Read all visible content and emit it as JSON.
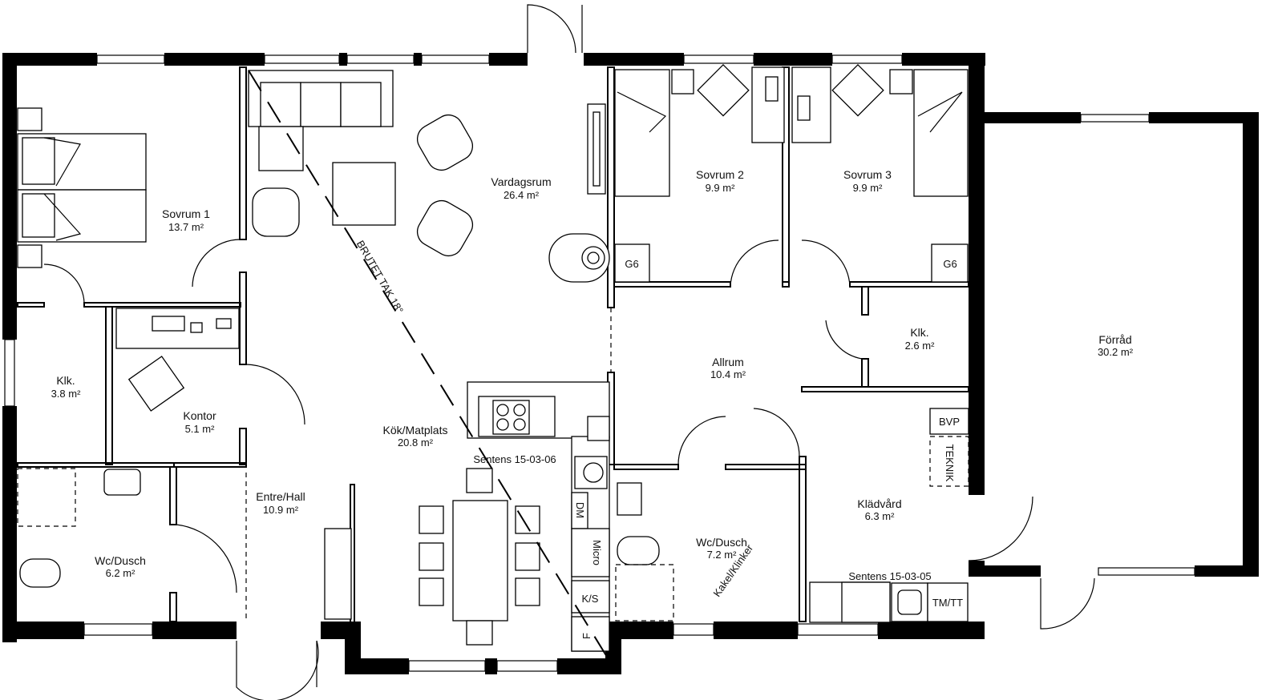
{
  "rooms": [
    {
      "id": "sovrum1",
      "name": "Sovrum 1",
      "area": "13.7 m²"
    },
    {
      "id": "vardagsrum",
      "name": "Vardagsrum",
      "area": "26.4 m²"
    },
    {
      "id": "sovrum2",
      "name": "Sovrum 2",
      "area": "9.9 m²"
    },
    {
      "id": "sovrum3",
      "name": "Sovrum 3",
      "area": "9.9 m²"
    },
    {
      "id": "klk1",
      "name": "Klk.",
      "area": "3.8 m²"
    },
    {
      "id": "kontor",
      "name": "Kontor",
      "area": "5.1 m²"
    },
    {
      "id": "kok",
      "name": "Kök/Matplats",
      "area": "20.8 m²"
    },
    {
      "id": "allrum",
      "name": "Allrum",
      "area": "10.4 m²"
    },
    {
      "id": "klk2",
      "name": "Klk.",
      "area": "2.6 m²"
    },
    {
      "id": "forrad",
      "name": "Förråd",
      "area": "30.2 m²"
    },
    {
      "id": "entre",
      "name": "Entre/Hall",
      "area": "10.9 m²"
    },
    {
      "id": "wc1",
      "name": "Wc/Dusch",
      "area": "6.2 m²"
    },
    {
      "id": "wc2",
      "name": "Wc/Dusch",
      "area": "7.2 m²"
    },
    {
      "id": "kladvard",
      "name": "Klädvård",
      "area": "6.3 m²"
    }
  ],
  "labels": {
    "roof": "BRUTET TAK 18°",
    "sentens_kitchen": "Sentens 15-03-06",
    "sentens_laundry": "Sentens 15-03-05",
    "g6_1": "G6",
    "g6_2": "G6",
    "bvp": "BVP",
    "teknik": "TEKNIK",
    "dm": "DM",
    "micro": "Micro",
    "ks": "K/S",
    "f": "F",
    "tmtt": "TM/TT",
    "kakel": "Kakel/Klinker"
  }
}
